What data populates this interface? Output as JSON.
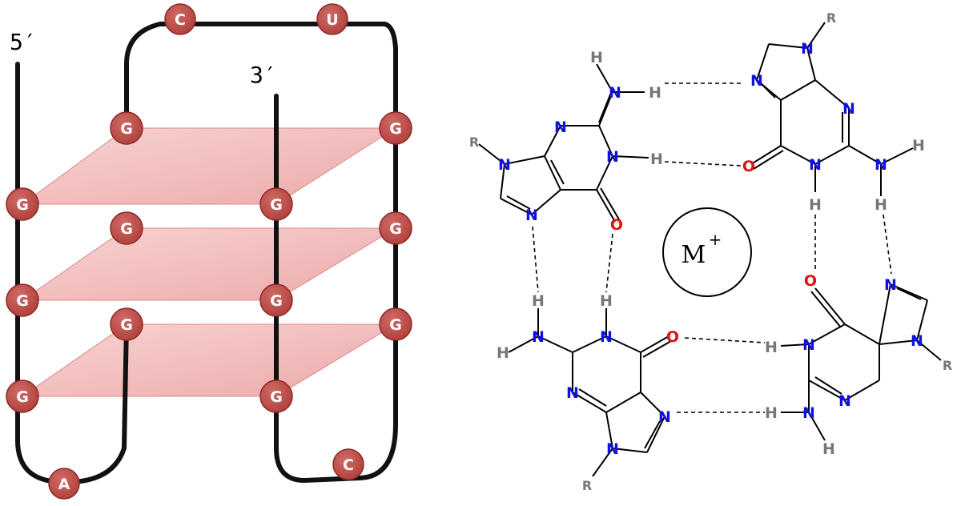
{
  "quadruplex": {
    "five_prime": "5′",
    "three_prime": "3′",
    "loop_top": [
      "C",
      "U"
    ],
    "loop_bottom_left": "A",
    "loop_bottom_right": "C",
    "tetrad_letter": "G"
  },
  "tetrad": {
    "ion": "M",
    "ion_charge": "+",
    "nitrogen": "N",
    "oxygen": "O",
    "hydrogen": "H",
    "r_group": "R"
  },
  "colors": {
    "nucleotide": "#c0504d",
    "plane": "#f2b8b8",
    "nitrogen": "#1010e0",
    "oxygen": "#e01010",
    "hydrogen": "#777777"
  }
}
